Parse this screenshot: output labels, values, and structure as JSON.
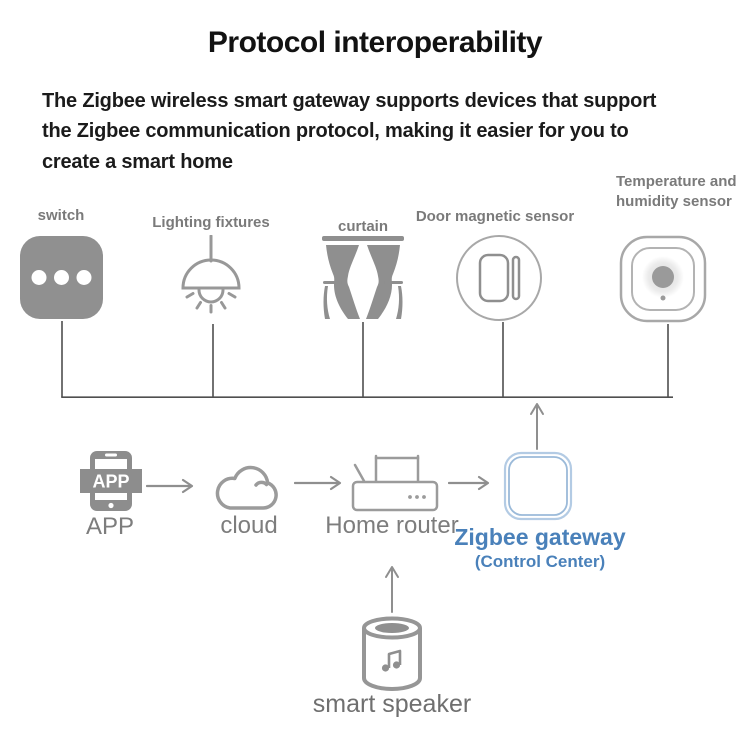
{
  "header": {
    "title": "Protocol interoperability",
    "subtitle": "The Zigbee wireless smart gateway supports devices that support the Zigbee communication protocol, making it easier for you to create a smart home"
  },
  "devices": [
    {
      "label": "switch",
      "icon": "switch-icon"
    },
    {
      "label": "Lighting fixtures",
      "icon": "pendant-lamp-icon"
    },
    {
      "label": "curtain",
      "icon": "curtain-icon"
    },
    {
      "label": "Door magnetic sensor",
      "icon": "door-magnetic-sensor-icon"
    },
    {
      "label": "Temperature and humidity sensor",
      "icon": "temperature-humidity-sensor-icon"
    }
  ],
  "flow": {
    "app_badge": "APP",
    "app_label": "APP",
    "cloud_label": "cloud",
    "router_label": "Home router",
    "gateway_label": "Zigbee gateway",
    "gateway_sublabel": "(Control Center)",
    "speaker_label": "smart speaker"
  },
  "colors": {
    "text_dark": "#121212",
    "device_label_gray": "#7a7a7a",
    "icon_gray": "#8f8f8f",
    "icon_stroke_gray": "#9b9b9b",
    "bus_line_dark": "#4f4f4f",
    "arrow_gray": "#8f8f8f",
    "gateway_blue_text": "#4a81ba",
    "gateway_outline_blue": "#aac6e2"
  }
}
